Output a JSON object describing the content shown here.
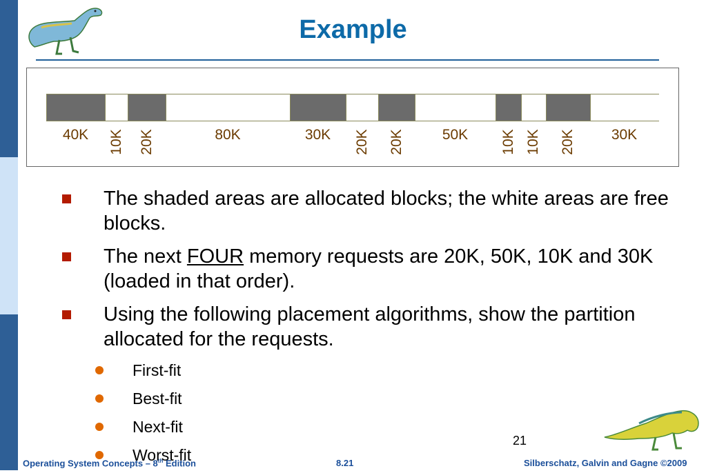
{
  "slide": {
    "title": "Example",
    "page_number": "21"
  },
  "diagram": {
    "blocks": [
      {
        "label": "40K",
        "allocated": true,
        "orientation": "h"
      },
      {
        "label": "10K",
        "allocated": false,
        "orientation": "v"
      },
      {
        "label": "20K",
        "allocated": true,
        "orientation": "v"
      },
      {
        "label": "80K",
        "allocated": false,
        "orientation": "h"
      },
      {
        "label": "30K",
        "allocated": true,
        "orientation": "h"
      },
      {
        "label": "20K",
        "allocated": false,
        "orientation": "v"
      },
      {
        "label": "20K",
        "allocated": true,
        "orientation": "v"
      },
      {
        "label": "50K",
        "allocated": false,
        "orientation": "h"
      },
      {
        "label": "10K",
        "allocated": true,
        "orientation": "v"
      },
      {
        "label": "10K",
        "allocated": false,
        "orientation": "v"
      },
      {
        "label": "20K",
        "allocated": true,
        "orientation": "v"
      },
      {
        "label": "30K",
        "allocated": false,
        "orientation": "h"
      }
    ]
  },
  "bullets": [
    {
      "text": "The shaded areas are allocated blocks; the white areas are free blocks."
    },
    {
      "before": "The next ",
      "underlined": "FOUR",
      "after": " memory requests are 20K, 50K, 10K and 30K (loaded in that order)."
    },
    {
      "text": "Using the following placement algorithms, show the partition allocated for the requests."
    }
  ],
  "sub_bullets": [
    "First-fit",
    "Best-fit",
    "Next-fit",
    "Worst-fit"
  ],
  "footer": {
    "left_main": "Operating System Concepts – 8",
    "left_sup": "th",
    "left_tail": " Edition",
    "center": "8.21",
    "right": "Silberschatz, Galvin and Gagne ©2009"
  },
  "colors": {
    "accent": "#0d6aa8",
    "allocated_block": "#6b6b6b",
    "bullet_square": "#b31b00",
    "bullet_dot": "#e06800"
  }
}
